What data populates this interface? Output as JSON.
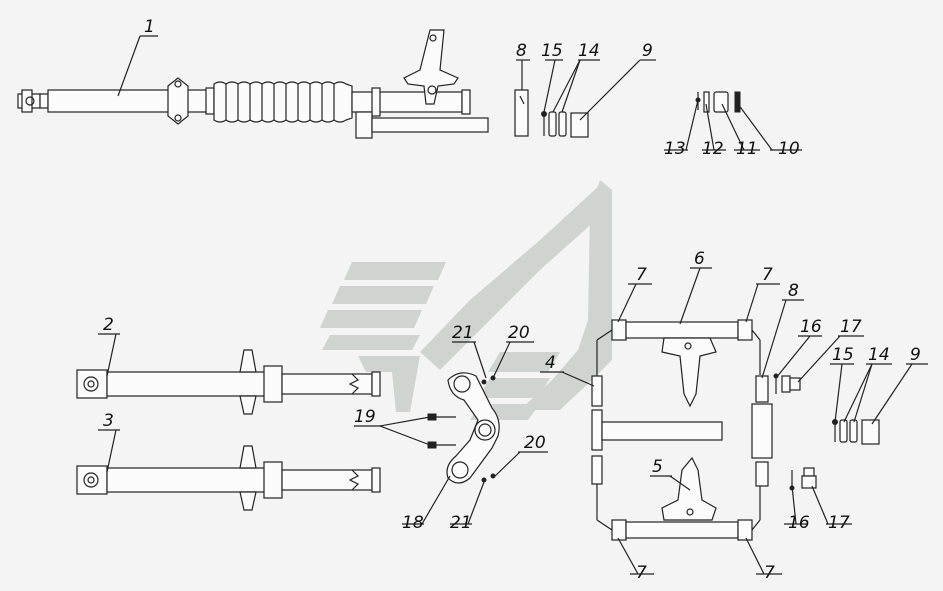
{
  "diagram": {
    "callouts": {
      "c1": "1",
      "c2": "2",
      "c3": "3",
      "c4": "4",
      "c5": "5",
      "c6": "6",
      "c7a": "7",
      "c7b": "7",
      "c7c": "7",
      "c7d": "7",
      "c8a": "8",
      "c8b": "8",
      "c9a": "9",
      "c9b": "9",
      "c10": "10",
      "c11": "11",
      "c12": "12",
      "c13": "13",
      "c14a": "14",
      "c14b": "14",
      "c15a": "15",
      "c15b": "15",
      "c16a": "16",
      "c16b": "16",
      "c17a": "17",
      "c17b": "17",
      "c18": "18",
      "c19": "19",
      "c20a": "20",
      "c20b": "20",
      "c21a": "21",
      "c21b": "21"
    },
    "colors": {
      "line": "#222222",
      "watermark": "#c9cfcc",
      "background": "#f4f4f4"
    },
    "watermark": "logo-watermark"
  }
}
